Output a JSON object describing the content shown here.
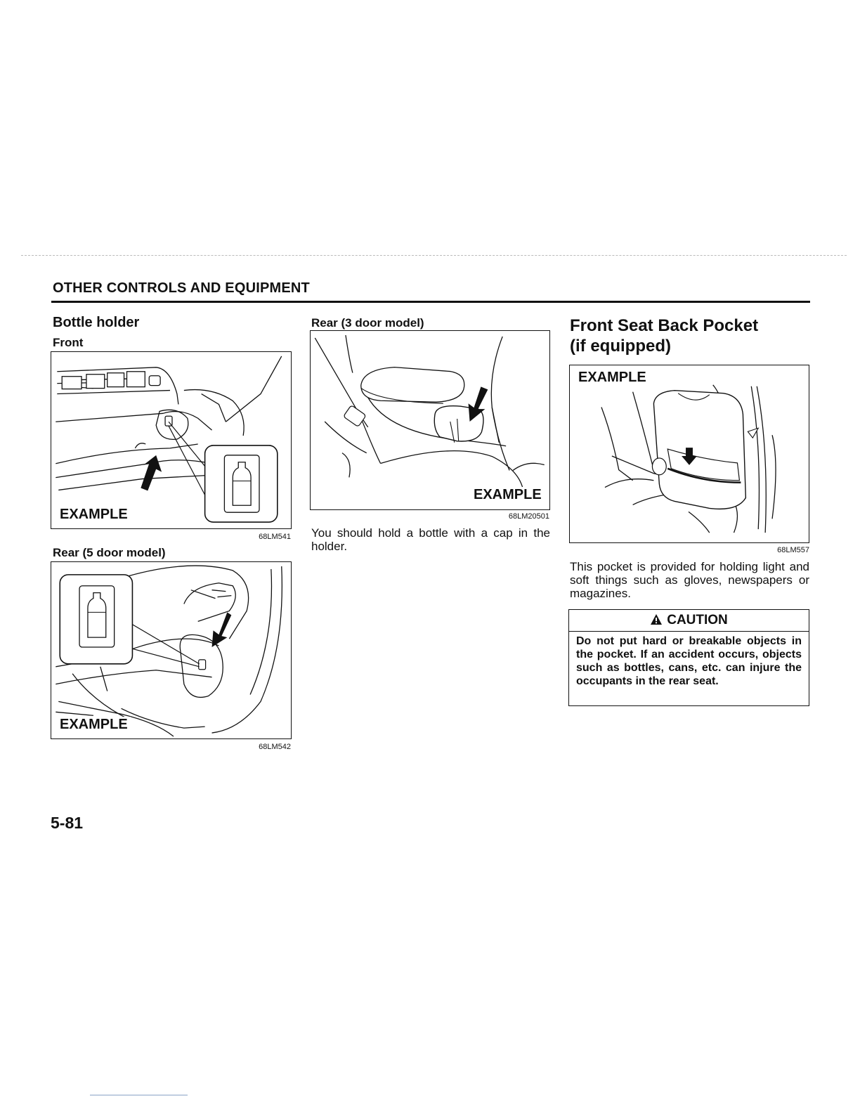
{
  "header": {
    "title": "OTHER CONTROLS AND EQUIPMENT"
  },
  "bottle_holder": {
    "title": "Bottle holder",
    "front_label": "Front",
    "front_figure": {
      "example": "EXAMPLE",
      "code": "68LM541"
    },
    "rear5_label": "Rear (5 door model)",
    "rear5_figure": {
      "example": "EXAMPLE",
      "code": "68LM542"
    },
    "rear3_label": "Rear (3 door model)",
    "rear3_figure": {
      "example": "EXAMPLE",
      "code": "68LM20501"
    },
    "note": "You should hold a bottle with a cap in the holder."
  },
  "seat_pocket": {
    "title_line1": "Front Seat Back Pocket",
    "title_line2": "(if equipped)",
    "figure": {
      "example": "EXAMPLE",
      "code": "68LM557"
    },
    "description": "This pocket is provided for holding light and soft things such as gloves, newspapers or magazines.",
    "caution": {
      "heading": "CAUTION",
      "text": "Do not put hard or breakable objects in the pocket. If an accident occurs, objects such as bottles, cans, etc. can injure the occupants in the rear seat."
    }
  },
  "page_number": "5-81",
  "icons": {
    "caution": "warning-triangle-icon",
    "arrow": "arrow-icon",
    "bottle": "bottle-icon"
  }
}
